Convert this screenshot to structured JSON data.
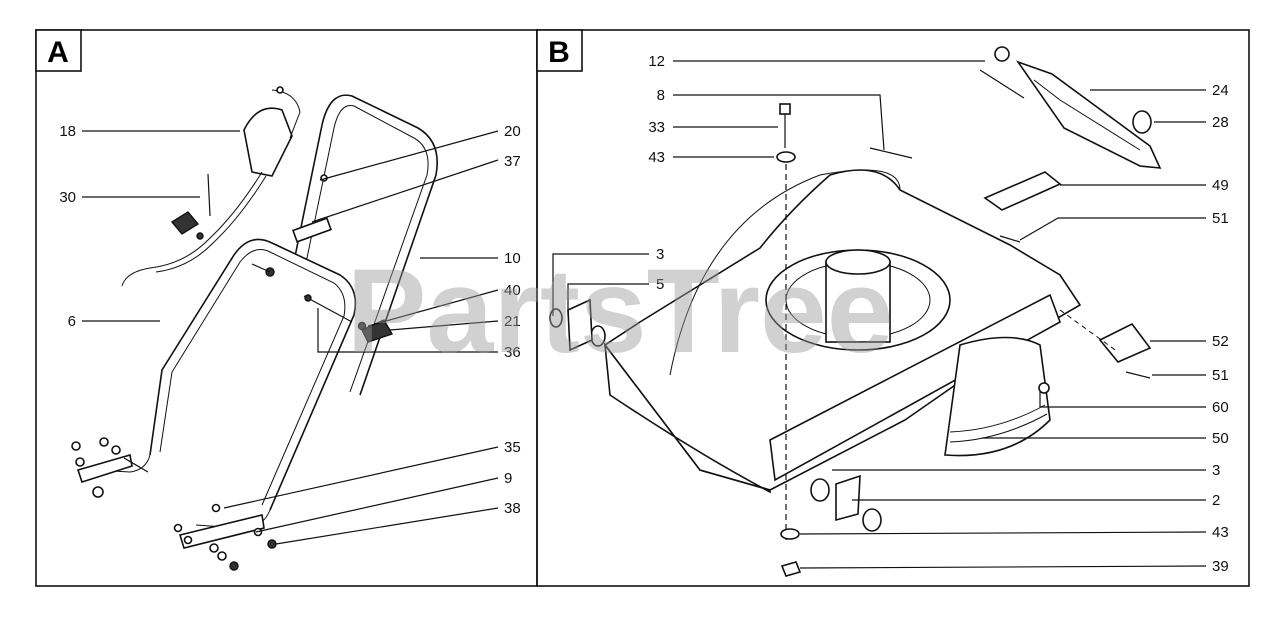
{
  "watermark": "PartsTree",
  "panels": [
    {
      "letter": "A",
      "callouts": [
        "18",
        "30",
        "6",
        "20",
        "37",
        "10",
        "40",
        "21",
        "36",
        "35",
        "9",
        "38"
      ]
    },
    {
      "letter": "B",
      "callouts": [
        "12",
        "8",
        "33",
        "43",
        "3",
        "5",
        "24",
        "28",
        "49",
        "51",
        "52",
        "51",
        "60",
        "50",
        "3",
        "2",
        "43",
        "39"
      ]
    }
  ]
}
